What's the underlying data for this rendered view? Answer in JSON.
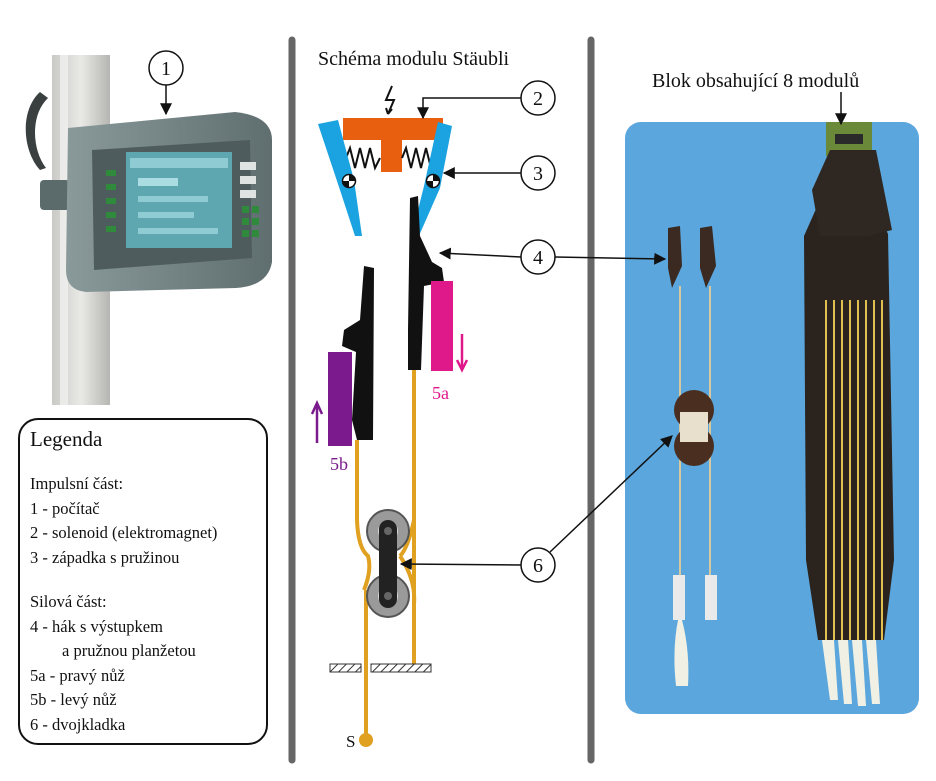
{
  "center_title": "Schéma modulu Stäubli",
  "right_title": "Blok obsahující 8 modulů",
  "callouts": [
    "1",
    "2",
    "3",
    "4",
    "6"
  ],
  "knife_labels": {
    "right": "5a",
    "left": "5b"
  },
  "point_label": "S",
  "legend": {
    "title": "Legenda",
    "impulse_heading": "Impulsní část:",
    "impulse_items": [
      "1 - počítač",
      "2 - solenoid (elektromagnet)",
      "3 - západka s pružinou"
    ],
    "power_heading": "Silová část:",
    "power_items": [
      "4 - hák s výstupkem",
      "a pružnou planžetou",
      "5a - pravý nůž",
      "5b - levý nůž",
      "6 - dvojkladka"
    ]
  },
  "colors": {
    "solenoid": "#e8600f",
    "latch": "#1aa3e0",
    "knife_right": "#e0198a",
    "knife_left": "#7a1a8c",
    "cord": "#e0a020",
    "panel_bg": "#5ba6dc",
    "divider": "#666666"
  }
}
